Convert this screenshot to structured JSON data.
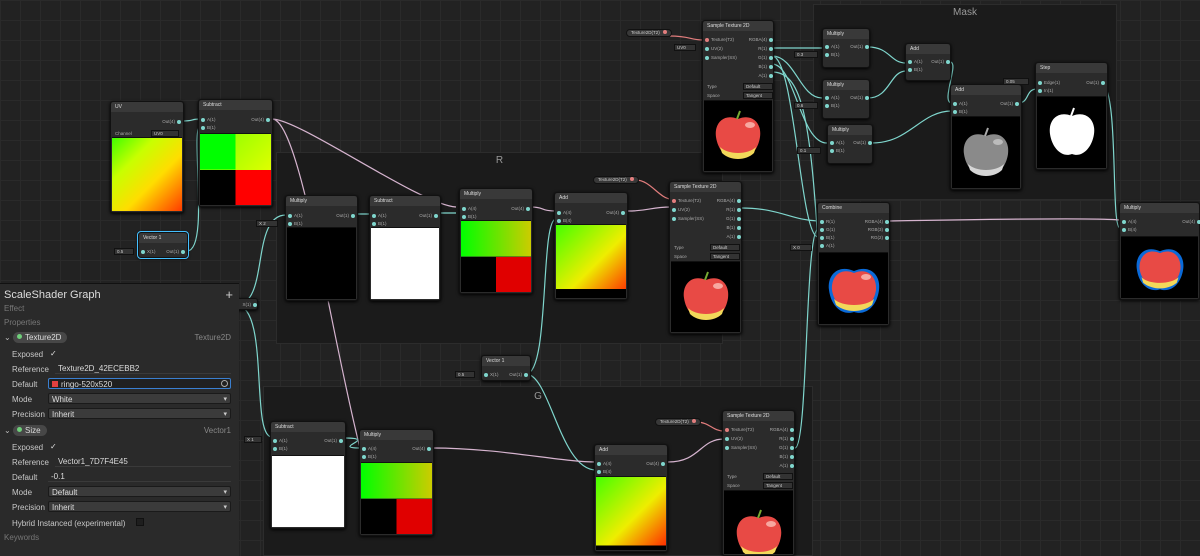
{
  "graph": {
    "groups": {
      "mask": "Mask",
      "r": "R",
      "g": "G"
    },
    "nodes": {
      "uv": {
        "title": "UV",
        "out": "Out(4)",
        "channel_label": "Channel",
        "channel_value": "UV0"
      },
      "subtract_top": {
        "title": "Subtract",
        "in_a": "A(1)",
        "in_b": "B(1)",
        "out": "Out(4)"
      },
      "vector1_top": {
        "title": "Vector 1",
        "in_x": "X(1)",
        "out": "Out(1)",
        "value": "0.5"
      },
      "multiply_r": {
        "title": "Multiply",
        "in_a": "A(1)",
        "in_b": "B(1)",
        "out": "Out(1)"
      },
      "subtract_r": {
        "title": "Subtract",
        "in_a": "A(1)",
        "in_b": "B(1)",
        "out": "Out(1)"
      },
      "multiply_r2": {
        "title": "Multiply",
        "in_a": "A(4)",
        "in_b": "B(1)",
        "out": "Out(4)"
      },
      "add_r": {
        "title": "Add",
        "in_a": "A(4)",
        "in_b": "B(4)",
        "out": "Out(4)"
      },
      "sample_r": {
        "title": "Sample Texture 2D",
        "ins": [
          "Texture(T2)",
          "UV(2)",
          "Sampler(SS)"
        ],
        "outs": [
          "RGBA(4)",
          "R(1)",
          "G(1)",
          "B(1)",
          "A(1)"
        ],
        "type_label": "Type",
        "type_value": "Default",
        "space_label": "Space",
        "space_value": "Tangent"
      },
      "sample_top": {
        "title": "Sample Texture 2D",
        "ins": [
          "Texture(T2)",
          "UV(2)",
          "Sampler(SS)"
        ],
        "outs": [
          "RGBA(4)",
          "R(1)",
          "G(1)",
          "B(1)",
          "A(1)"
        ],
        "type_label": "Type",
        "type_value": "Default",
        "space_label": "Space",
        "space_value": "Tangent",
        "uv_value": "UV0"
      },
      "mask_multiply1": {
        "title": "Multiply",
        "in_a": "A(1)",
        "in_b": "B(1)",
        "out": "Out(1)",
        "b_value": "0.3"
      },
      "mask_multiply2": {
        "title": "Multiply",
        "in_a": "A(1)",
        "in_b": "B(1)",
        "out": "Out(1)",
        "b_value": "0.6"
      },
      "mask_multiply3": {
        "title": "Multiply",
        "in_a": "A(1)",
        "in_b": "B(1)",
        "out": "Out(1)",
        "b_value": "0.1"
      },
      "mask_add1": {
        "title": "Add",
        "in_a": "A(1)",
        "in_b": "B(1)",
        "out": "Out(1)"
      },
      "mask_add2": {
        "title": "Add",
        "in_a": "A(1)",
        "in_b": "B(1)",
        "out": "Out(1)"
      },
      "step": {
        "title": "Step",
        "in_a": "Edge(1)",
        "in_b": "In(1)",
        "out": "Out(1)",
        "edge_value": "0.05"
      },
      "combine": {
        "title": "Combine",
        "ins": [
          "R(1)",
          "G(1)",
          "B(1)",
          "A(1)"
        ],
        "outs": [
          "RGBA(4)",
          "RGB(3)",
          "RG(2)"
        ]
      },
      "multiply_final": {
        "title": "Multiply",
        "in_a": "A(4)",
        "in_b": "B(4)",
        "out": "Out(4)"
      },
      "vector1_g": {
        "title": "Vector 1",
        "in_x": "X(1)",
        "out": "Out(1)",
        "value": "0.5"
      },
      "subtract_g": {
        "title": "Subtract",
        "in_a": "A(1)",
        "in_b": "B(1)",
        "out": "Out(1)",
        "a_value": "1"
      },
      "multiply_g": {
        "title": "Multiply",
        "in_a": "A(4)",
        "in_b": "B(1)",
        "out": "Out(4)"
      },
      "add_g": {
        "title": "Add",
        "in_a": "A(4)",
        "in_b": "B(4)",
        "out": "Out(4)"
      },
      "sample_g": {
        "title": "Sample Texture 2D",
        "ins": [
          "Texture(T2)",
          "UV(2)",
          "Sampler(SS)"
        ],
        "outs": [
          "RGBA(4)",
          "R(1)",
          "G(1)",
          "B(1)",
          "A(1)"
        ],
        "type_label": "Type",
        "type_value": "Default",
        "space_label": "Space",
        "space_value": "Tangent"
      },
      "property_tex": "Texture2D(T2)",
      "property_size": "Size",
      "property_tex_r": "Texture2D(T2)",
      "property_tex_g": "Texture2D(T2)"
    }
  },
  "blackboard": {
    "title": "ScaleShader Graph",
    "subtitle": "Effect",
    "section_properties": "Properties",
    "section_keywords": "Keywords",
    "add_symbol": "+",
    "texture_prop": {
      "name": "Texture2D",
      "type": "Texture2D",
      "exposed_label": "Exposed",
      "exposed_value": "✓",
      "reference_label": "Reference",
      "reference_value": "Texture2D_42ECEBB2",
      "default_label": "Default",
      "default_value": "ringo-520x520",
      "mode_label": "Mode",
      "mode_value": "White",
      "precision_label": "Precision",
      "precision_value": "Inherit"
    },
    "size_prop": {
      "name": "Size",
      "type": "Vector1",
      "exposed_label": "Exposed",
      "exposed_value": "✓",
      "reference_label": "Reference",
      "reference_value": "Vector1_7D7F4E45",
      "default_label": "Default",
      "default_value": "-0.1",
      "mode_label": "Mode",
      "mode_value": "Default",
      "precision_label": "Precision",
      "precision_value": "Inherit",
      "hybrid_label": "Hybrid Instanced (experimental)"
    },
    "dropdown_arrow": "▾",
    "chevron": "⌄"
  },
  "colors": {
    "wire_float": "#7fd6cd",
    "wire_vec": "#d6b4cf",
    "texture_port": "#e27d7d",
    "selected": "#44c0ff",
    "apple": "#e84a45"
  }
}
